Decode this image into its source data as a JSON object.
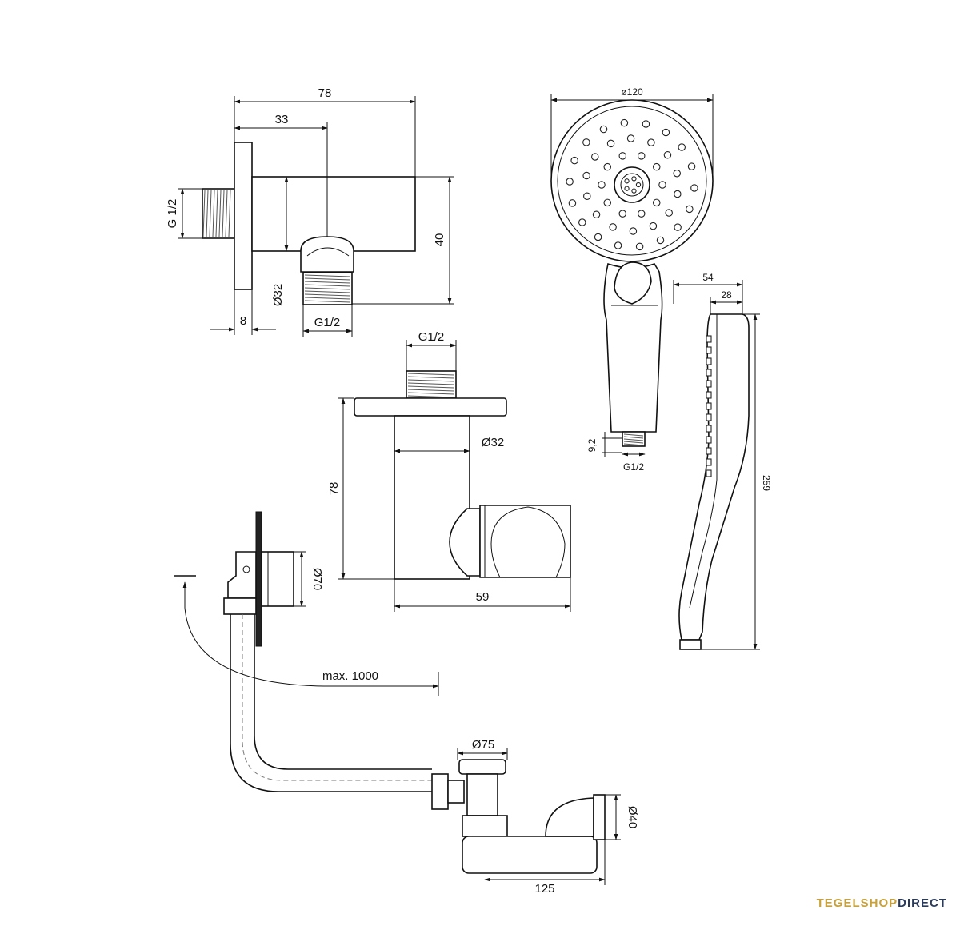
{
  "dimensions": {
    "elbow_overall_depth": "78",
    "elbow_outlet_center": "33",
    "elbow_inlet_thread": "G 1/2",
    "elbow_height": "40",
    "elbow_outlet_diameter": "Ø32",
    "elbow_flange_thickness": "8",
    "elbow_outlet_thread": "G1/2",
    "showerhead_diameter": "ø120",
    "handle_thread_length": "9,2",
    "handle_thread": "G1/2",
    "side_depth": "54",
    "side_handle_depth": "28",
    "side_total_length": "259",
    "holder_thread": "G1/2",
    "holder_body_diameter": "Ø32",
    "holder_height": "78",
    "holder_depth": "59",
    "overflow_diameter": "Ø70",
    "drain_max_length": "max. 1000",
    "drain_diameter": "Ø75",
    "outlet_diameter": "Ø40",
    "trap_length": "125"
  },
  "brand": {
    "part1": "TEGELSHOP",
    "part2": "DIRECT",
    "color1": "#c8a13a",
    "color2": "#2a3a5a"
  },
  "parts": [
    "wall-elbow",
    "hand-shower-front",
    "hand-shower-side",
    "shower-holder",
    "bath-waste-overflow"
  ]
}
